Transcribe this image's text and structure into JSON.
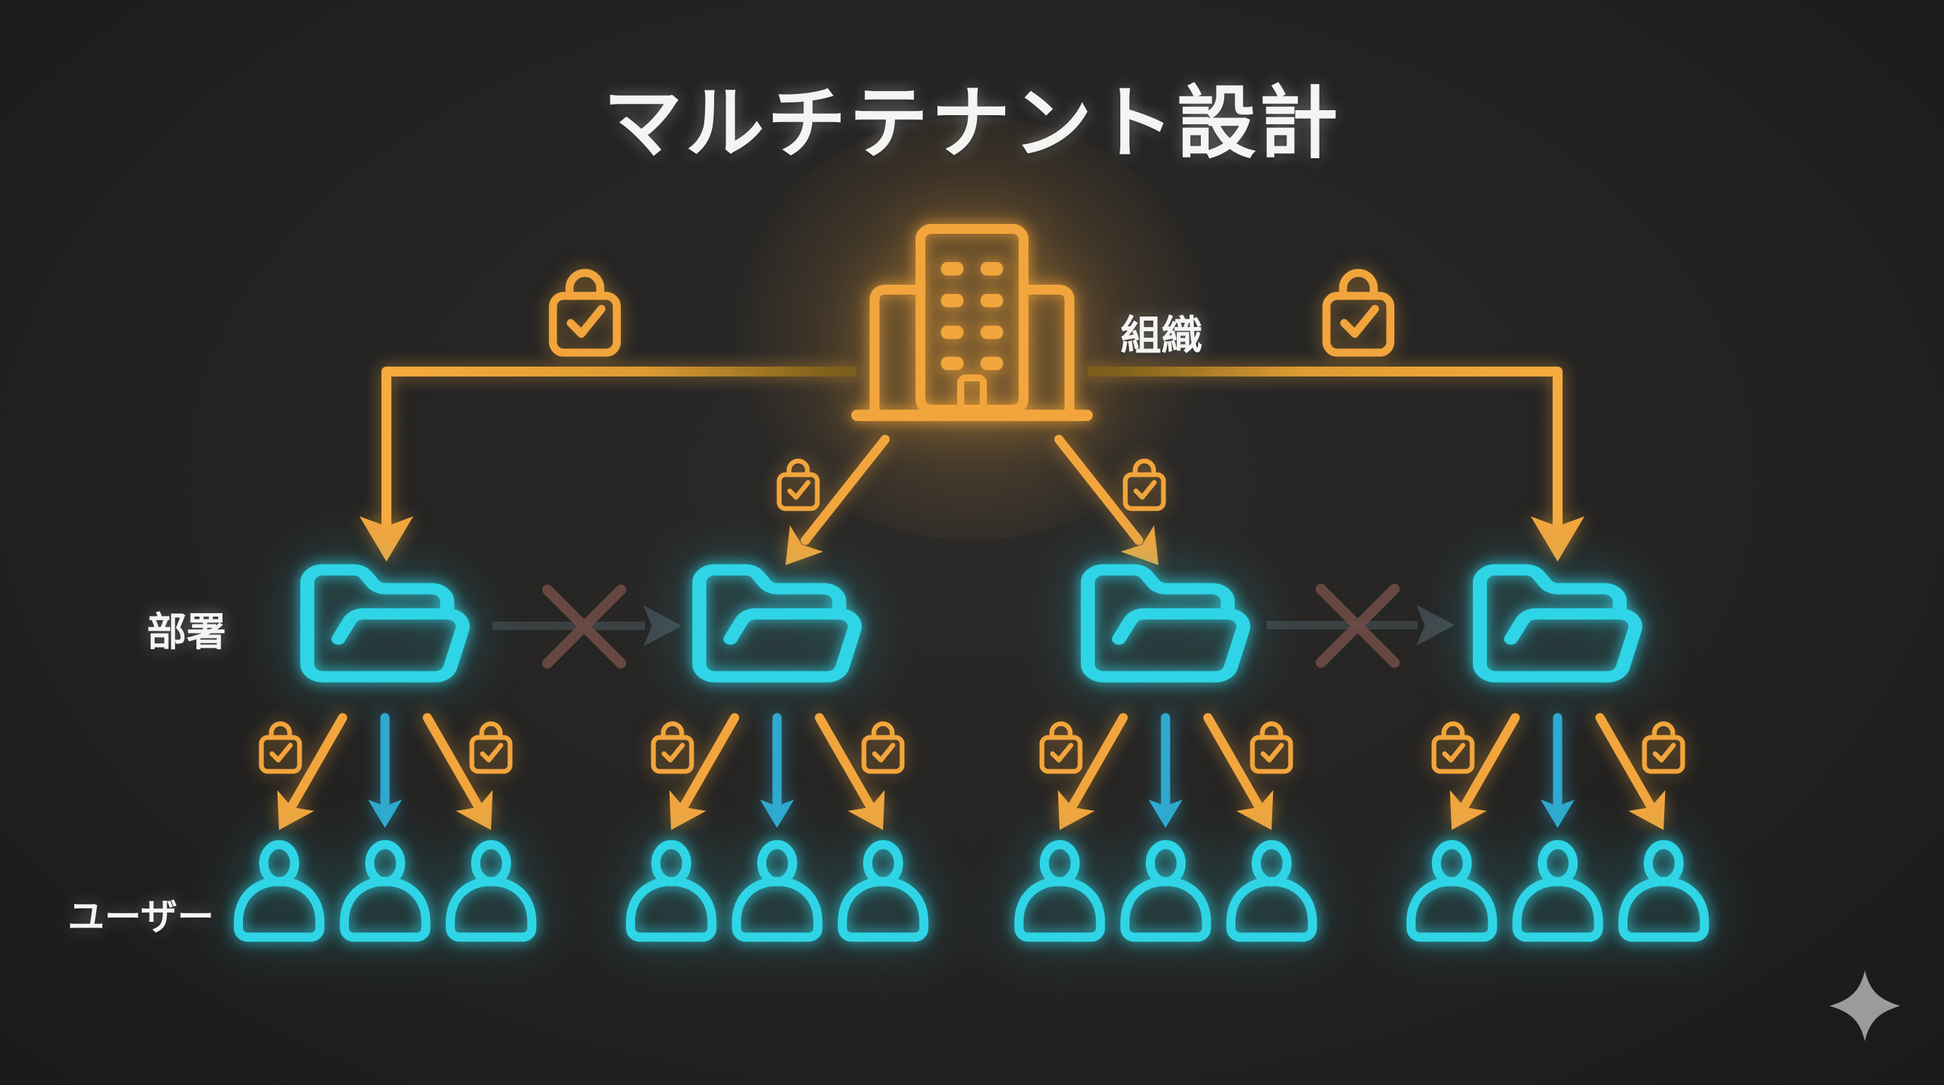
{
  "title": "マルチテナント設計",
  "labels": {
    "organization": "組織",
    "department": "部署",
    "users": "ユーザー"
  },
  "structure": {
    "organizations": 1,
    "departments": 4,
    "users_per_department": 3,
    "org_to_department_links": 4,
    "blocked_department_links": 2,
    "verified_lock_badges": 12
  },
  "icons": {
    "root": "building-icon",
    "department": "open-folder-icon",
    "user": "person-icon",
    "permission": "lock-with-check-icon",
    "blocked": "cross-over-arrow-icon",
    "watermark": "sparkle-icon"
  },
  "colors": {
    "background": "#242322",
    "orange": "#F2A53C",
    "orange_dim": "#6F5717",
    "cyan": "#2FD5E6",
    "teal_arrow": "#2FA9CF",
    "gray_arrow": "#4C565C",
    "cross_red": "#6F4B46",
    "text": "#F4F4F2",
    "sparkle": "#9B9B9B"
  }
}
